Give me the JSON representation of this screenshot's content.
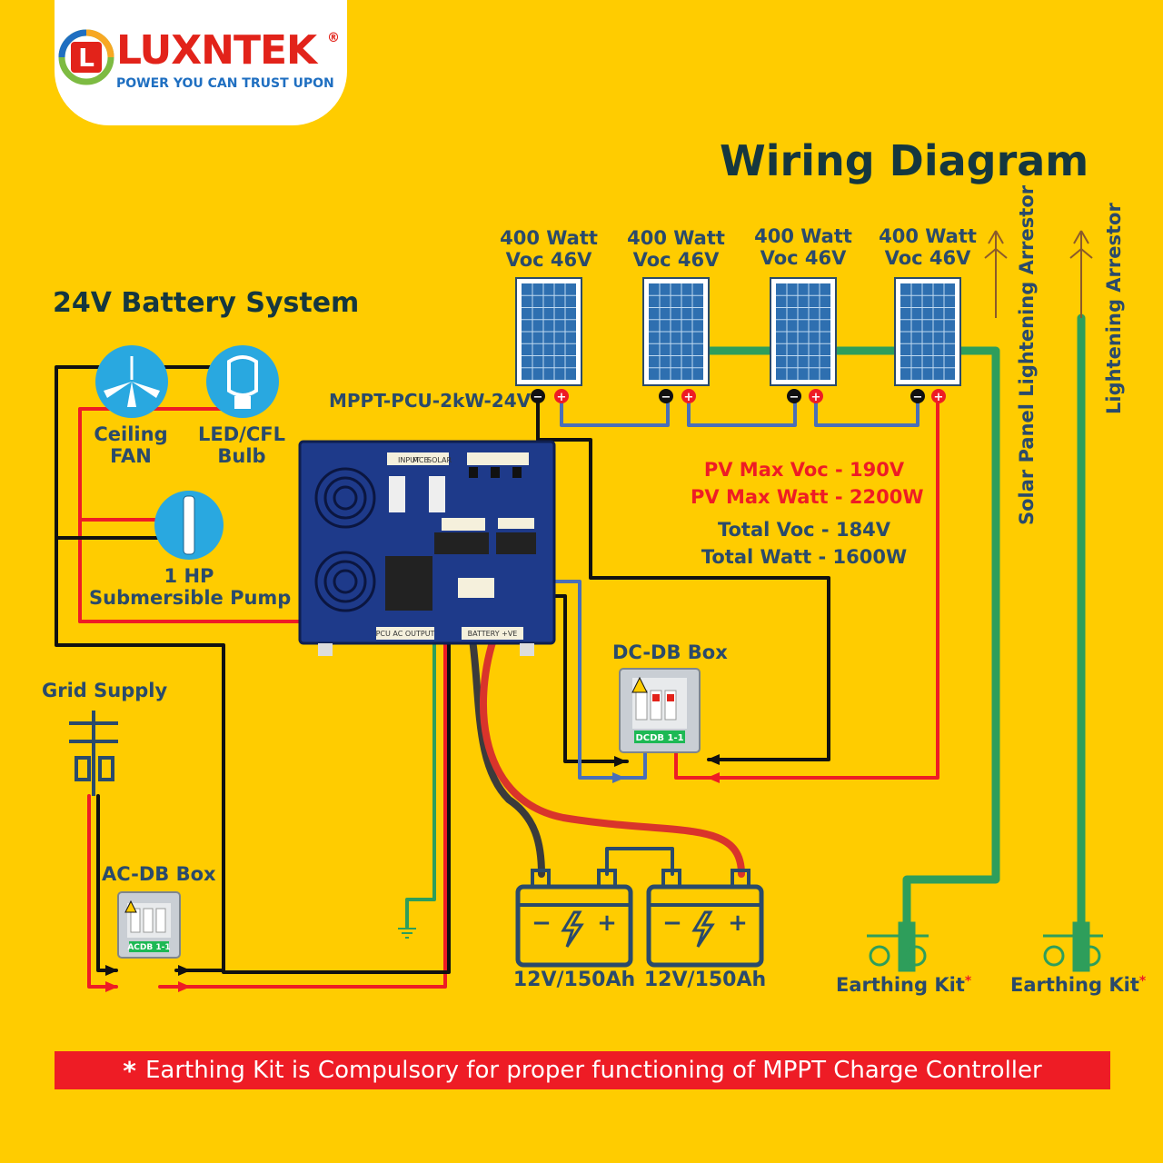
{
  "brand": {
    "name": "LUXNTEK",
    "registered": "®",
    "tagline": "POWER YOU CAN TRUST UPON",
    "logo_letter": "L",
    "colors": {
      "red": "#E2231A",
      "blue": "#1F6FC1",
      "green": "#7DBB42"
    }
  },
  "title": "Wiring Diagram",
  "system_label": "24V Battery System",
  "inverter": {
    "model": "MPPT-PCU-2kW-24V",
    "panel_labels": {
      "input": "INPUT",
      "mcb": "MCB",
      "solar": "SOLAR",
      "ac_output": "PCU AC OUTPUT",
      "battery": "BATTERY +VE"
    }
  },
  "solar_panels": [
    {
      "watt": "400 Watt",
      "voc": "Voc 46V"
    },
    {
      "watt": "400 Watt",
      "voc": "Voc 46V"
    },
    {
      "watt": "400 Watt",
      "voc": "Voc 46V"
    },
    {
      "watt": "400 Watt",
      "voc": "Voc 46V"
    }
  ],
  "terminal_symbols": {
    "negative": "−",
    "positive": "+"
  },
  "specs": {
    "pv_max_voc": "PV Max Voc - 190V",
    "pv_max_watt": "PV Max Watt - 2200W",
    "total_voc": "Total Voc - 184V",
    "total_watt": "Total Watt - 1600W"
  },
  "loads": {
    "fan": {
      "line1": "Ceiling",
      "line2": "FAN"
    },
    "bulb": {
      "line1": "LED/CFL",
      "line2": "Bulb"
    },
    "pump": {
      "line1": "1 HP",
      "line2": "Submersible Pump"
    }
  },
  "grid_supply": "Grid Supply",
  "acdb": {
    "label": "AC-DB Box",
    "tag": "ACDB 1-1"
  },
  "dcdb": {
    "label": "DC-DB Box",
    "tag": "DCDB 1-1"
  },
  "batteries": [
    {
      "label": "12V/150Ah",
      "minus": "−",
      "plus": "+"
    },
    {
      "label": "12V/150Ah",
      "minus": "−",
      "plus": "+"
    }
  ],
  "arrestors": {
    "solar_panel": "Solar Panel Lightening Arrestor",
    "building": "Lightening Arrestor"
  },
  "earthing": [
    {
      "label": "Earthing Kit",
      "mark": "*"
    },
    {
      "label": "Earthing Kit",
      "mark": "*"
    }
  ],
  "footer": {
    "star": "*",
    "text": "Earthing Kit is Compulsory for proper functioning of MPPT Charge Controller"
  },
  "colors": {
    "background": "#FFCC00",
    "wire_black": "#111111",
    "wire_red": "#EE1C25",
    "wire_green": "#2E9E5B",
    "wire_blue": "#4A6FB8",
    "text_dark": "#2A4A6B",
    "icon_blue": "#29A8E0"
  }
}
